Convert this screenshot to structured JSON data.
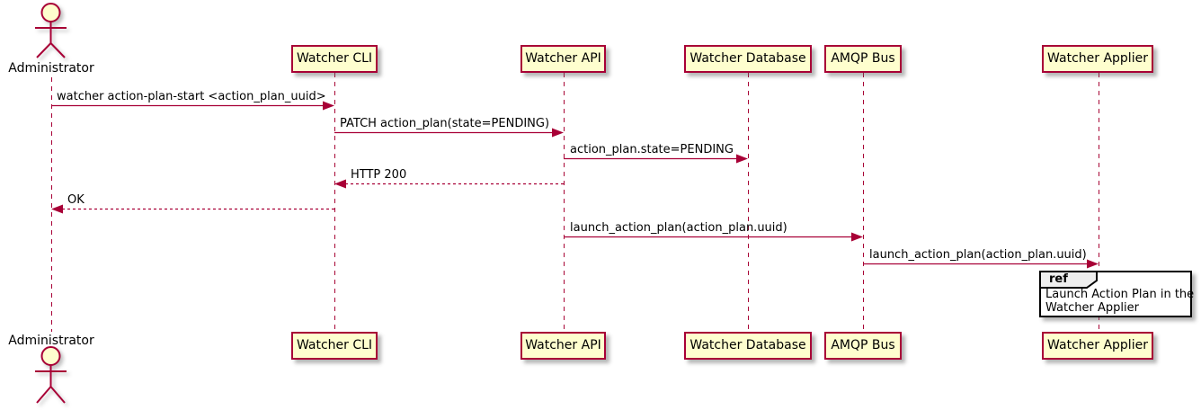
{
  "diagram": {
    "type": "sequence",
    "actor": {
      "name": "Administrator"
    },
    "participants": [
      {
        "label": "Watcher CLI"
      },
      {
        "label": "Watcher API"
      },
      {
        "label": "Watcher Database"
      },
      {
        "label": "AMQP Bus"
      },
      {
        "label": "Watcher Applier"
      }
    ],
    "messages": [
      {
        "from": "Administrator",
        "to": "Watcher CLI",
        "label": "watcher action-plan-start <action_plan_uuid>",
        "line": "solid"
      },
      {
        "from": "Watcher CLI",
        "to": "Watcher API",
        "label": "PATCH action_plan(state=PENDING)",
        "line": "solid"
      },
      {
        "from": "Watcher API",
        "to": "Watcher Database",
        "label": "action_plan.state=PENDING",
        "line": "solid"
      },
      {
        "from": "Watcher API",
        "to": "Watcher CLI",
        "label": "HTTP 200",
        "line": "dotted"
      },
      {
        "from": "Watcher CLI",
        "to": "Administrator",
        "label": "OK",
        "line": "dotted"
      },
      {
        "from": "Watcher API",
        "to": "AMQP Bus",
        "label": "launch_action_plan(action_plan.uuid)",
        "line": "solid"
      },
      {
        "from": "AMQP Bus",
        "to": "Watcher Applier",
        "label": "launch_action_plan(action_plan.uuid)",
        "line": "solid"
      }
    ],
    "ref": {
      "keyword": "ref",
      "line1": "Launch Action Plan in the",
      "line2": "Watcher Applier"
    },
    "colors": {
      "participant_fill": "#FEFECE",
      "participant_border": "#A80036",
      "arrow_line": "#A80036",
      "lifeline": "#A80036",
      "text": "#000000",
      "ref_header_fill": "#EEEEEE",
      "ref_border": "#000000",
      "background": "#FFFFFF"
    }
  }
}
